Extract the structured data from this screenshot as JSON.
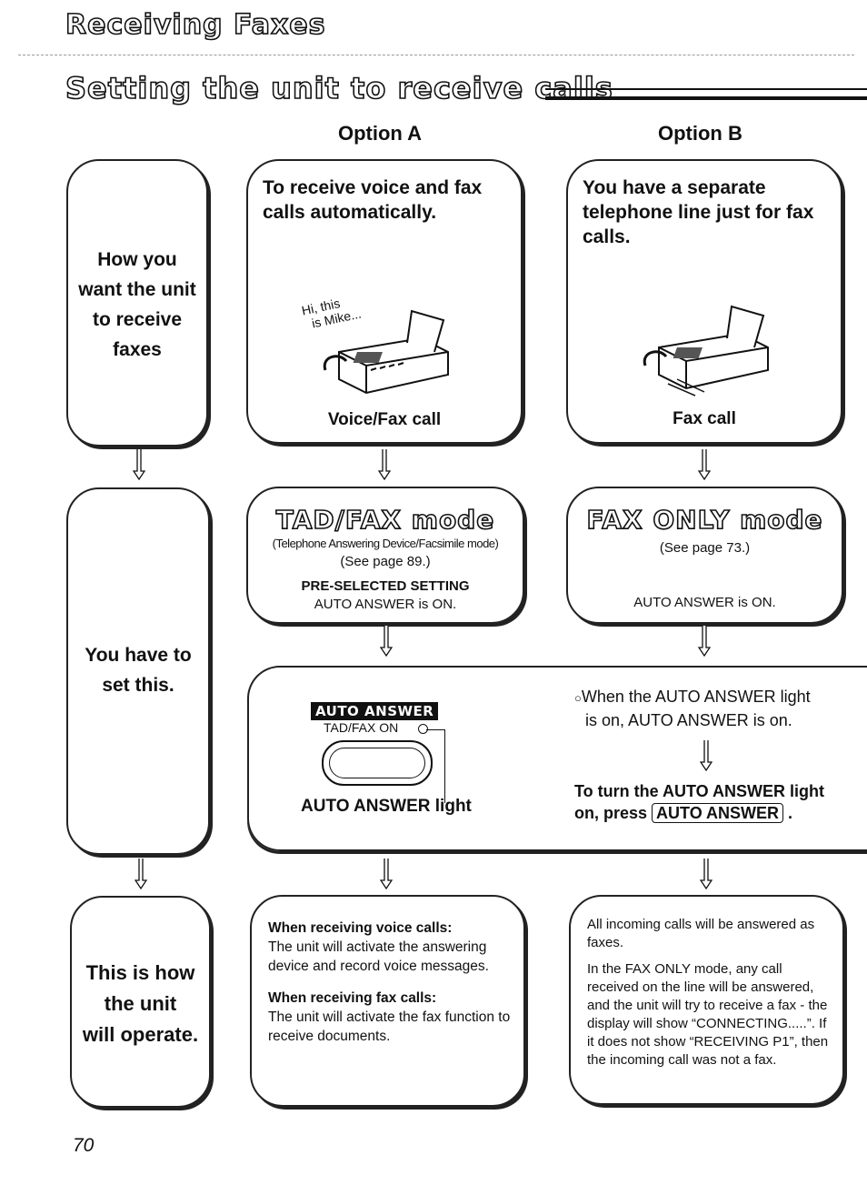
{
  "section_title": "Receiving Faxes",
  "page_title": "Setting the unit to receive calls",
  "option_a": "Option A",
  "option_b": "Option B",
  "row1": {
    "label": [
      "How you",
      "want the unit",
      "to receive",
      "faxes"
    ],
    "a_text": "To receive voice and fax calls automatically.",
    "a_speech": [
      "Hi, this",
      "is Mike..."
    ],
    "a_caption": "Voice/Fax call",
    "b_text": "You have a separate telephone line just for fax calls.",
    "b_caption": "Fax call"
  },
  "row2": {
    "label": [
      "You have to",
      "set this."
    ],
    "a_mode": "TAD/FAX mode",
    "a_subtitle": "(Telephone Answering Device/Facsimile mode)",
    "a_see": "(See page 89.)",
    "a_preselected": "PRE-SELECTED SETTING",
    "a_status": "AUTO ANSWER is ON.",
    "b_mode": "FAX ONLY mode",
    "b_see": "(See page 73.)",
    "b_status": "AUTO ANSWER is ON.",
    "panel_badge": "AUTO ANSWER",
    "panel_sub": "TAD/FAX ON",
    "panel_caption": "AUTO ANSWER light",
    "light_note_1": "When the AUTO ANSWER light",
    "light_note_2": "is on, AUTO ANSWER is on.",
    "turn_on_1": "To turn the AUTO ANSWER light",
    "turn_on_2": "on, press",
    "turn_on_key": "AUTO ANSWER"
  },
  "row3": {
    "label": [
      "This is how",
      "the unit",
      "will operate."
    ],
    "voice_head": "When receiving voice calls:",
    "voice_text": "The unit will activate the answering device and record voice messages.",
    "fax_head": "When receiving fax calls:",
    "fax_text": "The unit will activate the fax function to receive documents.",
    "b_text_1": "All incoming calls will be answered as faxes.",
    "b_text_2": "In the FAX ONLY mode, any call received on the line will be answered, and the unit will try to receive a fax - the display will show “CONNECTING.....”. If it does not show “RECEIVING P1”, then the incoming call was not a fax."
  },
  "page_number": "70"
}
